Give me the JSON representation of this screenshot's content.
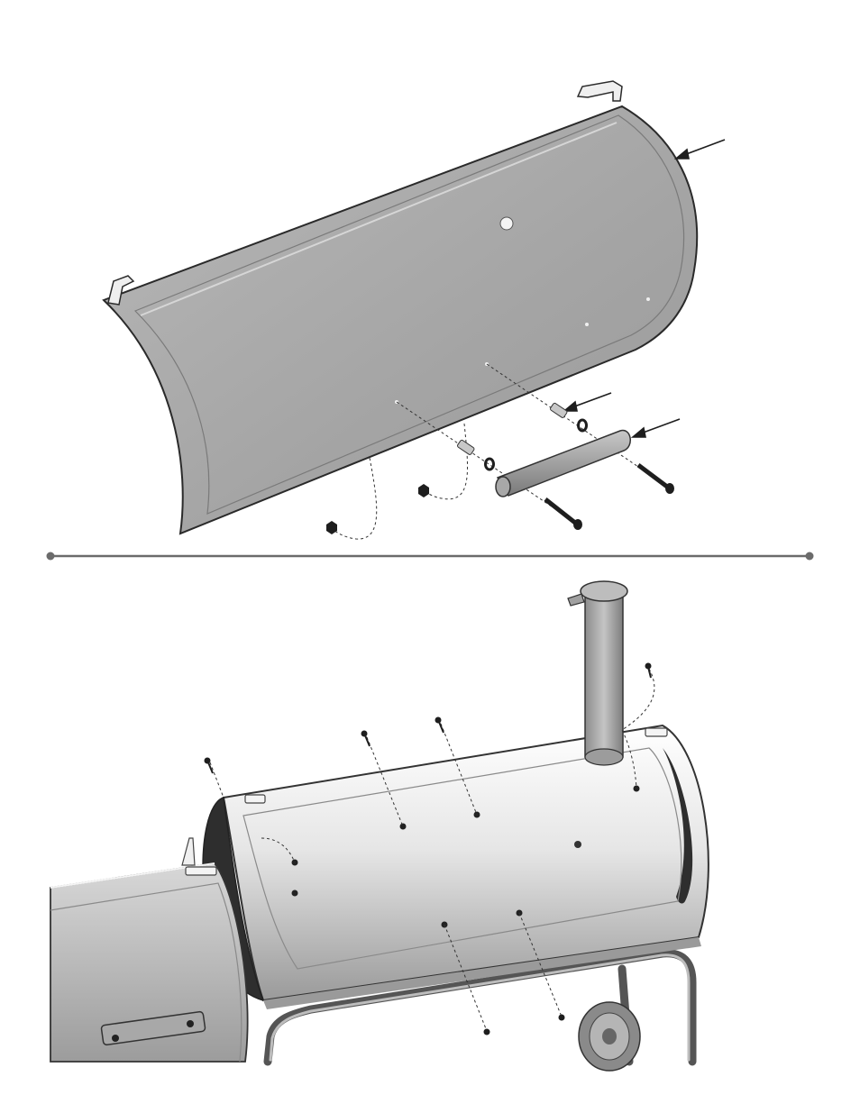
{
  "page": {
    "background": "#ffffff"
  },
  "colors": {
    "lid_fill": "#a9a9a9",
    "lid_edge": "#2a2a2a",
    "handle_fill": "#8c8c8c",
    "hardware": "#1e1e1e",
    "divider": "#6b6b6b",
    "body_light": "#f2f2f2",
    "body_mid": "#c9c9c9",
    "body_dark": "#8a8a8a",
    "interior": "#2e2e2e",
    "chimney": "#a8a8a8"
  },
  "steps": [
    {
      "id": "lid-handle-assembly",
      "parts": [
        "lid",
        "lid-handle",
        "spacer",
        "washer",
        "bolt",
        "nut"
      ]
    },
    {
      "id": "lid-mount-on-body",
      "parts": [
        "main-chamber",
        "smokestack",
        "firebox",
        "cart-frame",
        "wheel"
      ]
    }
  ],
  "icons": {
    "pointer": "arrow-icon",
    "fastener": "bolt-icon",
    "nut": "nut-icon"
  }
}
